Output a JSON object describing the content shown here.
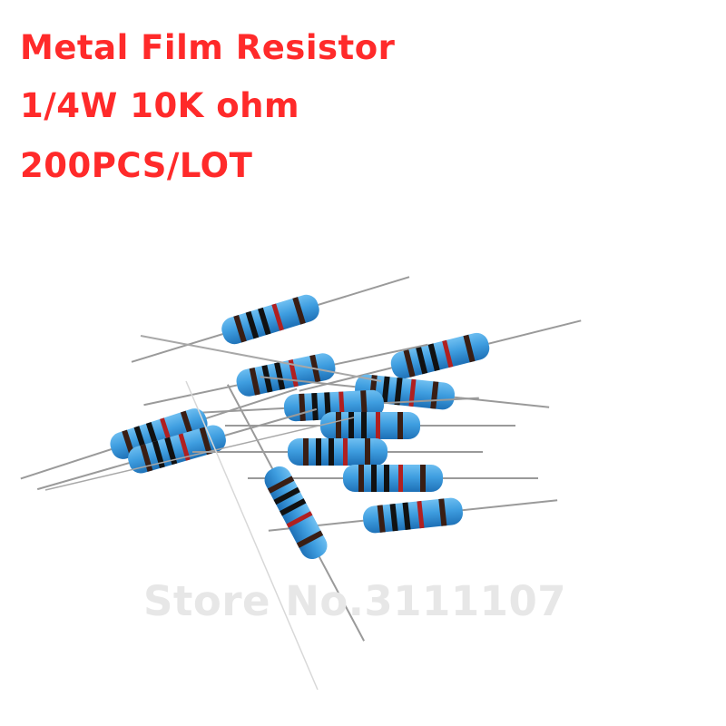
{
  "headline": {
    "line1": "Metal Film Resistor",
    "line2": "1/4W 10K ohm",
    "line3": "200PCS/LOT"
  },
  "watermark": "Store No.3111107",
  "product": {
    "type": "metal film resistor",
    "power_rating": "1/4W",
    "resistance": "10K ohm",
    "quantity": "200PCS/LOT",
    "band_colors": [
      "brown",
      "black",
      "black",
      "red",
      "brown"
    ]
  },
  "colors": {
    "headline_text": "#ff2a2a",
    "watermark_text": "#e7e7e7",
    "resistor_body": "#3f9ee0",
    "lead_wire": "#9a9a9a",
    "background": "#ffffff"
  }
}
